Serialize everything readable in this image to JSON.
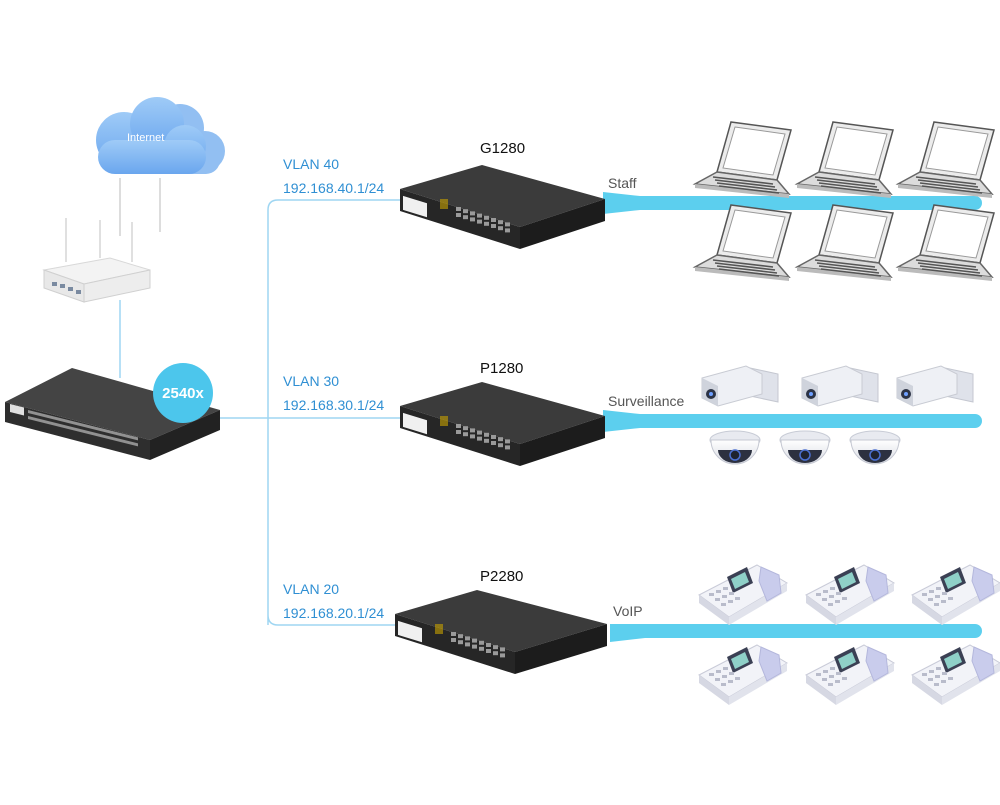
{
  "internet": {
    "label": "Internet"
  },
  "core_switch": {
    "label": "2540x"
  },
  "branches": [
    {
      "vlan": "VLAN 40",
      "subnet": "192.168.40.1/24",
      "switch": "G1280",
      "segment": "Staff",
      "devices": "laptop"
    },
    {
      "vlan": "VLAN 30",
      "subnet": "192.168.30.1/24",
      "switch": "P1280",
      "segment": "Surveillance",
      "devices": "camera"
    },
    {
      "vlan": "VLAN 20",
      "subnet": "192.168.20.1/24",
      "switch": "P2280",
      "segment": "VoIP",
      "devices": "phone"
    }
  ],
  "colors": {
    "accent": "#4cc6ec",
    "vlan_text": "#2f8fd3",
    "link": "#9fd6f2",
    "cloud": "#8ec0f5",
    "switch_body": "#3a3a3a"
  }
}
